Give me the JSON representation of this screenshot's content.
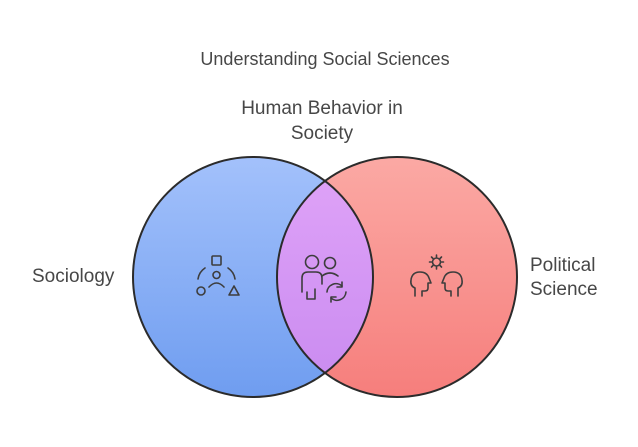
{
  "title": "Understanding Social Sciences",
  "intersection": {
    "label_line1": "Human Behavior in",
    "label_line2": "Society",
    "icon": "people-cycle-icon"
  },
  "left_set": {
    "label": "Sociology",
    "icon": "community-shapes-icon",
    "color": "#8fb3f7"
  },
  "right_set": {
    "label_line1": "Political",
    "label_line2": "Science",
    "icon": "debating-heads-icon",
    "color": "#f99a96"
  },
  "colors": {
    "overlap": "#d89bf5",
    "outline": "#2b2b2b"
  }
}
